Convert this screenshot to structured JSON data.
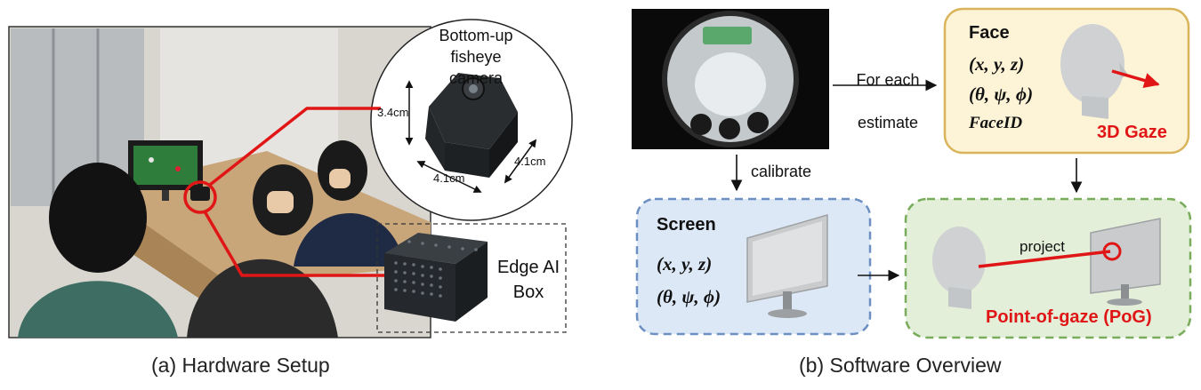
{
  "hardware": {
    "caption": "(a) Hardware Setup",
    "camera_label_line1": "Bottom-up",
    "camera_label_line2": "fisheye camera",
    "dim_height": "3.4cm",
    "dim_width": "4.1cm",
    "dim_depth": "4.1cm",
    "edge_box_line1": "Edge AI",
    "edge_box_line2": "Box"
  },
  "software": {
    "caption": "(b) Software Overview",
    "arrow_label_line1": "For each",
    "arrow_label_line2": "estimate",
    "calibrate_label": "calibrate",
    "face": {
      "title": "Face",
      "line1": "(x, y, z)",
      "line2": "(θ, ψ, ϕ)",
      "line3": "FaceID",
      "output": "3D Gaze"
    },
    "screen": {
      "title": "Screen",
      "line1": "(x, y, z)",
      "line2": "(θ, ψ, ϕ)"
    },
    "pog": {
      "project_label": "project",
      "output": "Point-of-gaze (PoG)"
    }
  },
  "colors": {
    "red_accent": "#e01616",
    "face_box_fill": "#fdf3d6",
    "face_box_border": "#d9b45a",
    "screen_box_fill": "#dde8f7",
    "screen_box_border": "#6d8fc2",
    "pog_box_fill": "#e3efd9",
    "pog_box_border": "#79ad5c"
  }
}
